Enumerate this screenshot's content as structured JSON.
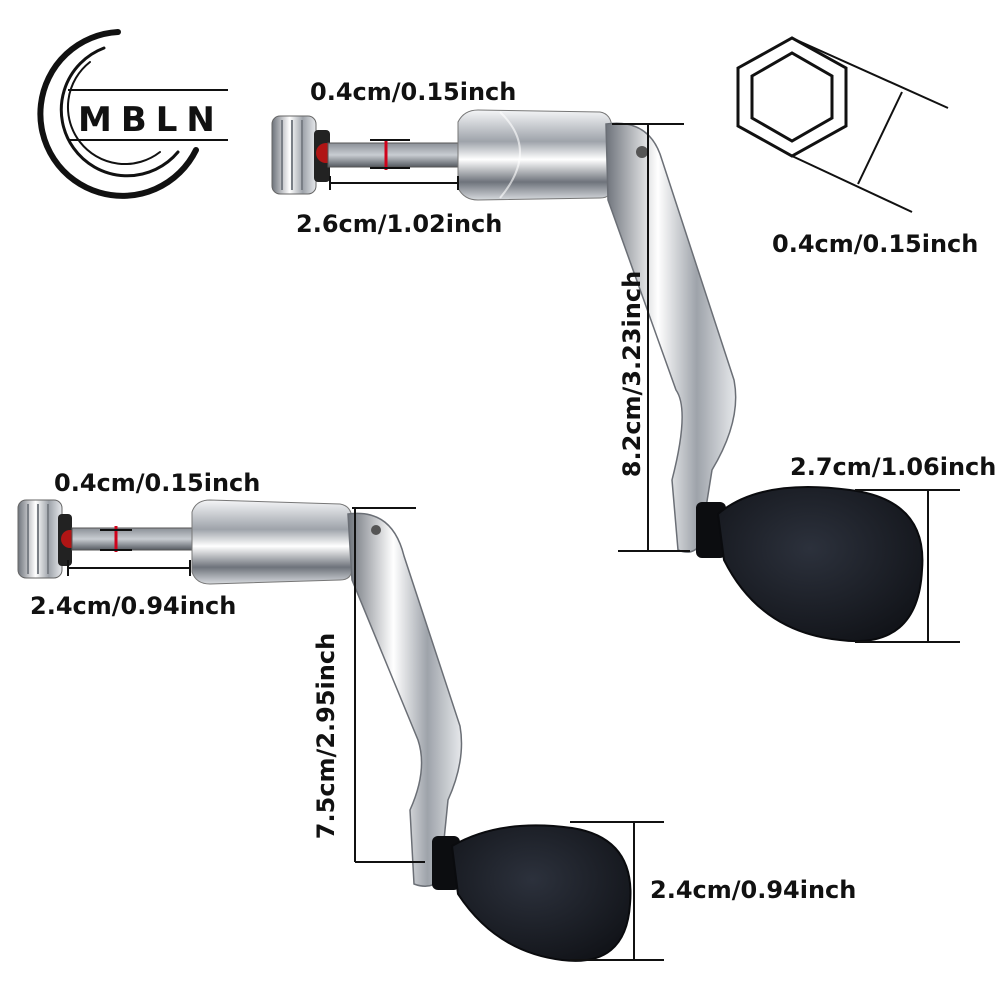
{
  "brand": {
    "name": "MBLN"
  },
  "handle_large": {
    "hex_width": "0.4cm/0.15inch",
    "shaft_length": "2.6cm/1.02inch",
    "arm_length": "8.2cm/3.23inch",
    "knob_height": "2.7cm/1.06inch"
  },
  "handle_small": {
    "hex_width": "0.4cm/0.15inch",
    "shaft_length": "2.4cm/0.94inch",
    "arm_length": "7.5cm/2.95inch",
    "knob_height": "2.4cm/0.94inch"
  },
  "hex_diagram": {
    "width_label": "0.4cm/0.15inch"
  },
  "colors": {
    "chrome": "#c9ccd1",
    "knob": "#1b1e26",
    "marker": "#d0021b",
    "ink": "#111111"
  }
}
